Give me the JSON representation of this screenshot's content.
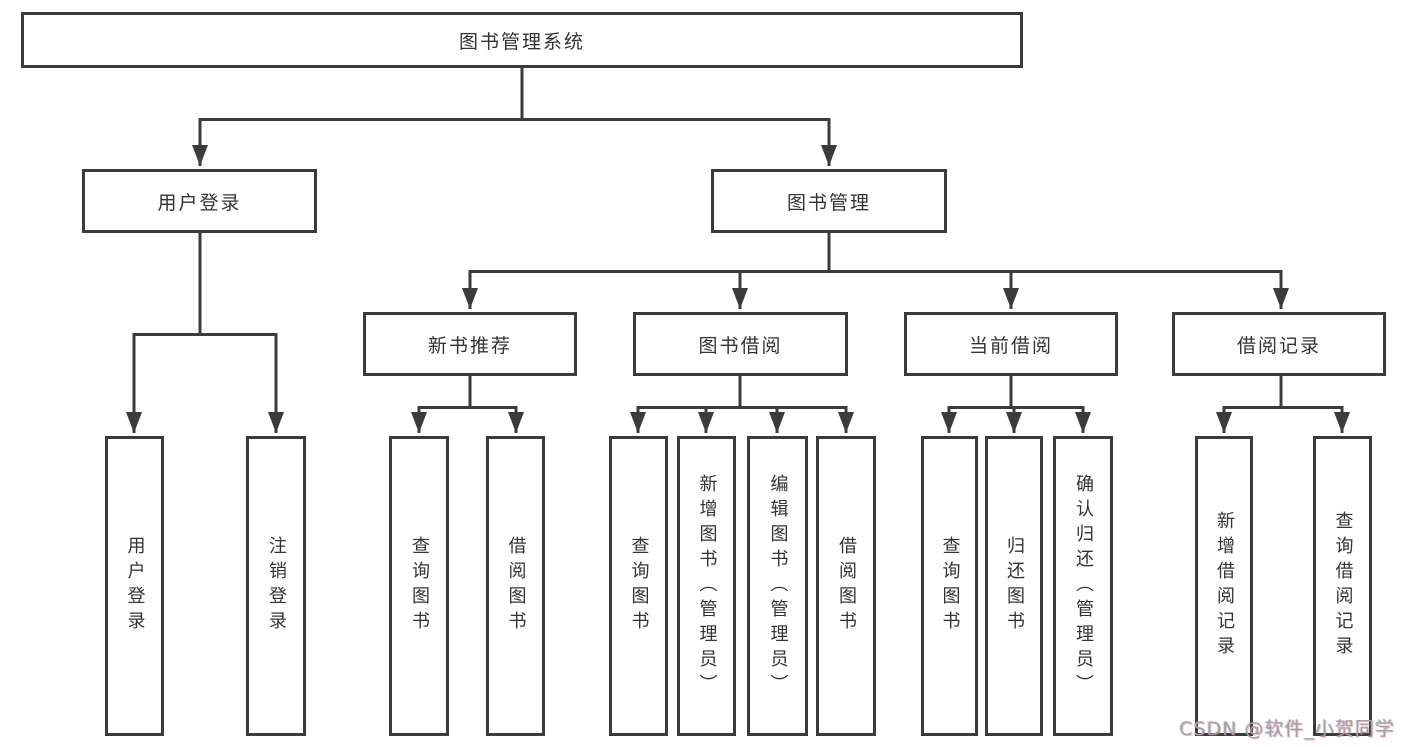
{
  "nodes": {
    "root": {
      "label": "图书管理系统"
    },
    "level2": [
      {
        "label": "用户登录"
      },
      {
        "label": "图书管理"
      }
    ],
    "level3": [
      {
        "label": "新书推荐"
      },
      {
        "label": "图书借阅"
      },
      {
        "label": "当前借阅"
      },
      {
        "label": "借阅记录"
      }
    ],
    "leaves": [
      {
        "label": "用户登录"
      },
      {
        "label": "注销登录"
      },
      {
        "label": "查询图书"
      },
      {
        "label": "借阅图书"
      },
      {
        "label": "查询图书"
      },
      {
        "label": "新增图书（管理员）"
      },
      {
        "label": "编辑图书（管理员）"
      },
      {
        "label": "借阅图书"
      },
      {
        "label": "查询图书"
      },
      {
        "label": "归还图书"
      },
      {
        "label": "确认归还（管理员）"
      },
      {
        "label": "新增借阅记录"
      },
      {
        "label": "查询借阅记录"
      }
    ]
  },
  "watermark": "CSDN @软件_小贺同学",
  "colors": {
    "line": "#3b3b3b",
    "text": "#333333",
    "watermark": "#a3a3a3",
    "background": "#ffffff"
  }
}
